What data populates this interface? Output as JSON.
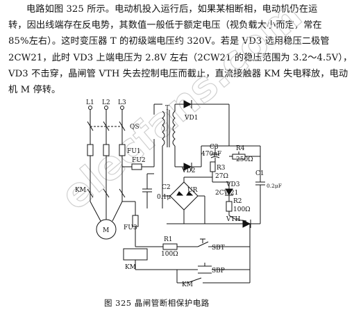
{
  "paragraph": {
    "lines": [
      "电路如图 325 所示。电动机投入运行后，如果某相断相，电动机仍在运",
      "转，因出线端存在反电势，其数值一般低于额定电压（视负载大小而定，常在",
      "85%左右）。这时变压器 T 的初级端电压约 320V。若是 VD3 选用稳压二极管",
      "2CW21，此时 VD3 上端电压为 2.8V 左右（2CW21 的稳压范围为 3.2～4.5V），",
      "VD3 不击穿，晶闸管 VTH 失去控制电压而截止，直流接触器 KM 失电释放，电动",
      "机 M 停转。"
    ]
  },
  "watermark": "elecfans.com",
  "schematic": {
    "labels": {
      "l1": "L1",
      "l2": "L2",
      "l3": "L3",
      "qs": "QS",
      "fu1": "FU1",
      "fu2": "FU2",
      "km_main": "KM",
      "motor": "M",
      "fu3": "FU3",
      "km_coil": "KM",
      "t": "T",
      "vd1": "VD1",
      "vd2": "VD2",
      "c3": "C3",
      "c3v": "470μF",
      "r4": "R4",
      "r4v": "250Ω",
      "r3": "R3",
      "r3v": "27Ω",
      "c1": "C1",
      "c1v": "0.2μF",
      "c2": "C2",
      "c2v": "0.1μ",
      "ur": "UR",
      "vd3": "VD3",
      "vd3m": "2CW21",
      "r2": "R2",
      "r2v": "100Ω",
      "vth": "VTH",
      "r1": "R1",
      "r1v": "100Ω",
      "sbt": "SBT",
      "sbp": "SBP",
      "km_aux": "KM"
    }
  },
  "caption": "图 325   晶闸管断相保护电路"
}
